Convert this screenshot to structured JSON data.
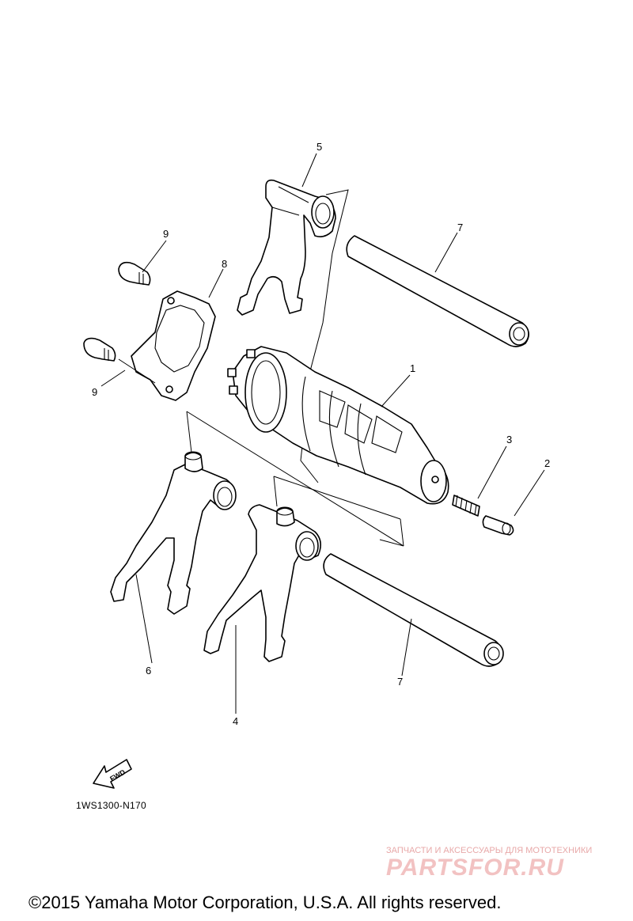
{
  "callouts": [
    "1",
    "2",
    "3",
    "4",
    "5",
    "6",
    "7",
    "7",
    "8",
    "9",
    "9"
  ],
  "fwd_label": "FWD",
  "diagram_code": "1WS1300-N170",
  "watermark": {
    "tagline": "ЗАПЧАСТИ И АКСЕССУАРЫ ДЛЯ МОТОТЕХНИКИ",
    "logo": "PARTSFOR.RU"
  },
  "copyright": "©2015 Yamaha Motor Corporation, U.S.A. All rights reserved."
}
